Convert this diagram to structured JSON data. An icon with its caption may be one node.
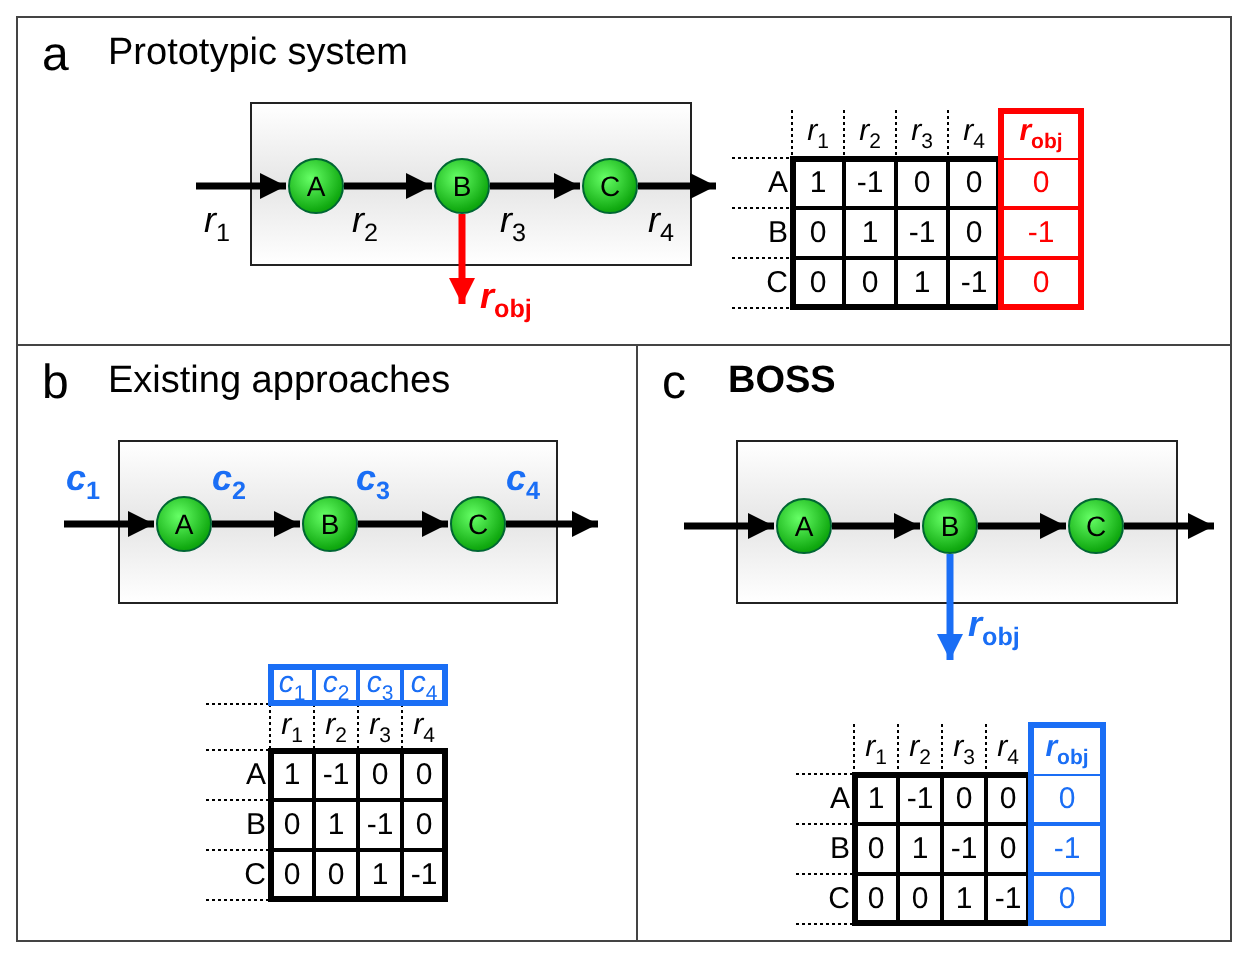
{
  "diagram": {
    "nodes": [
      {
        "text": [
          "a",
          "Prototypic system"
        ]
      },
      {
        "text": [],
        "shape": "box",
        "in": 0
      },
      {
        "text": [
          "A"
        ],
        "in": 1
      },
      {
        "text": [
          "B"
        ],
        "in": 1
      },
      {
        "text": [
          "C"
        ],
        "in": 1
      },
      {
        "text": [
          "b",
          "Existing approaches"
        ]
      },
      {
        "text": [],
        "shape": "box",
        "in": 5
      },
      {
        "text": [
          "A"
        ],
        "in": 6
      },
      {
        "text": [
          "B"
        ],
        "in": 6
      },
      {
        "text": [
          "C"
        ],
        "in": 6
      },
      {
        "text": [
          "c",
          "BOSS"
        ]
      },
      {
        "text": [],
        "shape": "box",
        "in": 10
      },
      {
        "text": [
          "A"
        ],
        "in": 11
      },
      {
        "text": [
          "B"
        ],
        "in": 11
      },
      {
        "text": [
          "C"
        ],
        "in": 11
      }
    ],
    "edges": [
      {
        "from": null,
        "to": 2,
        "arrow": "to",
        "label": "*r*$_{1}$"
      },
      {
        "from": 2,
        "to": 3,
        "arrow": "to",
        "label": "*r*$_{2}$"
      },
      {
        "from": 3,
        "to": 4,
        "arrow": "to",
        "label": "*r*$_{3}$"
      },
      {
        "from": 4,
        "to": null,
        "arrow": "to",
        "label": "*r*$_{4}$"
      },
      {
        "from": 3,
        "to": null,
        "arrow": "to",
        "label": "*r*$_{obj}$",
        "color": "#ff0000"
      },
      {
        "from": null,
        "to": 7,
        "arrow": "to",
        "label": "*c*$_{1}$"
      },
      {
        "from": 7,
        "to": 8,
        "arrow": "to",
        "label": "*c*$_{2}$"
      },
      {
        "from": 8,
        "to": 9,
        "arrow": "to",
        "label": "*c*$_{3}$"
      },
      {
        "from": 9,
        "to": null,
        "arrow": "to",
        "label": "*c*$_{4}$"
      },
      {
        "from": null,
        "to": 12,
        "arrow": "to"
      },
      {
        "from": 12,
        "to": 13,
        "arrow": "to"
      },
      {
        "from": 13,
        "to": 14,
        "arrow": "to"
      },
      {
        "from": 14,
        "to": null,
        "arrow": "to"
      },
      {
        "from": 13,
        "to": null,
        "arrow": "to",
        "label": "*r*$_{obj}$",
        "color": "#1a6ef5"
      }
    ],
    "labels": [
      "*r*$_{1}$",
      "*r*$_{2}$",
      "*r*$_{3}$",
      "*r*$_{4}$",
      "*r*$_{obj}$",
      "A",
      "1",
      "-1",
      "0",
      "0",
      "0",
      "B",
      "0",
      "1",
      "-1",
      "0",
      "-1",
      "C",
      "0",
      "0",
      "1",
      "-1",
      "0",
      "*c*$_{1}$",
      "*c*$_{2}$",
      "*c*$_{3}$",
      "*c*$_{4}$",
      "*r*$_{1}$",
      "*r*$_{2}$",
      "*r*$_{3}$",
      "*r*$_{4}$",
      "A",
      "1",
      "-1",
      "0",
      "0",
      "B",
      "0",
      "1",
      "-1",
      "0",
      "C",
      "0",
      "0",
      "1",
      "-1",
      "*r*$_{1}$",
      "*r*$_{2}$",
      "*r*$_{3}$",
      "*r*$_{4}$",
      "*r*$_{obj}$",
      "A",
      "1",
      "-1",
      "0",
      "0",
      "0",
      "B",
      "0",
      "1",
      "-1",
      "0",
      "-1",
      "C",
      "0",
      "0",
      "1",
      "-1",
      "0"
    ]
  }
}
